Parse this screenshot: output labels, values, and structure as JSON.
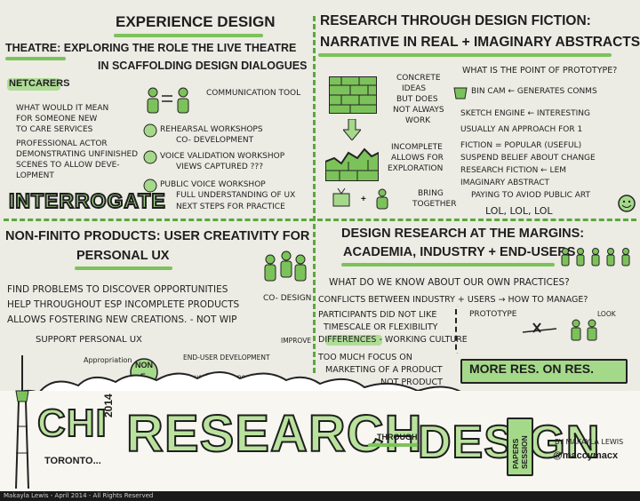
{
  "quadrants": {
    "experience": {
      "title": "EXPERIENCE DESIGN",
      "subtitle_1": "THEATRE: EXPLORING THE ROLE THE LIVE THEATRE",
      "subtitle_2": "IN SCAFFOLDING DESIGN DIALOGUES",
      "netcarers": "NETCARERS",
      "left_notes": [
        "WHAT WOULD IT MEAN",
        "FOR SOMEONE NEW",
        "TO CARE SERVICES",
        "PROFESSIONAL ACTOR",
        "DEMONSTRATING UNFINISHED",
        "SCENES TO ALLOW DEVE-",
        "LOPMENT"
      ],
      "interrogate": "INTERROGATE",
      "comm_tool": "COMMUNICATION TOOL",
      "steps": [
        "REHEARSAL WORKSHOPS",
        "CO- DEVELOPMENT",
        "VOICE VALIDATION WORKSHOP",
        "VIEWS CAPTURED ???",
        "PUBLIC VOICE WORKSHOP",
        "FULL UNDERSTANDING OF UX",
        "NEXT STEPS FOR PRACTICE"
      ]
    },
    "fiction": {
      "title_1": "RESEARCH THROUGH DESIGN FICTION:",
      "title_2": "NARRATIVE IN REAL + IMAGINARY ABSTRACTS",
      "concrete": [
        "CONCRETE",
        "IDEAS",
        "BUT DOES",
        "NOT ALWAYS",
        "WORK"
      ],
      "incomplete": [
        "INCOMPLETE",
        "ALLOWS FOR",
        "EXPLORATION"
      ],
      "bring": [
        "BRING",
        "TOGETHER"
      ],
      "question": "WHAT IS THE POINT OF PROTOTYPE?",
      "points": [
        "BIN CAM ← GENERATES CONMS",
        "SKETCH ENGINE ← INTERESTING",
        "USUALLY AN APPROACH FOR 1",
        "FICTION = POPULAR (USEFUL)",
        "SUSPEND BELIEF ABOUT CHANGE",
        "RESEARCH FICTION ← LEM",
        "IMAGINARY ABSTRACT",
        "PAYING TO AVIOD PUBLIC ART",
        "LOL, LOL, LOL"
      ]
    },
    "nonfinito": {
      "title_1": "NON-FINITO PRODUCTS: USER CREATIVITY FOR",
      "title_2": "PERSONAL UX",
      "codesign": "CO- DESIGN",
      "points": [
        "FIND PROBLEMS TO DISCOVER OPPORTUNITIES",
        "HELP THROUGHOUT ESP INCOMPLETE PRODUCTS",
        "ALLOWS FOSTERING NEW CREATIONS. - NOT WIP",
        "SUPPORT PERSONAL UX"
      ],
      "improve": "IMPROVE",
      "appropriation": "Appropriation",
      "non_f_1": "NON",
      "non_f_2": "F",
      "end_user": "END-USER DEVELOPMENT",
      "continuous": "Continuous experience"
    },
    "margins": {
      "title_1": "DESIGN RESEARCH AT THE MARGINS:",
      "title_2": "ACADEMIA, INDUSTRY + END-USERS",
      "question": "WHAT DO WE KNOW ABOUT OUR OWN PRACTICES?",
      "points": [
        "CONFLICTS BETWEEN INDUSTRY + USERS → HOW TO MANAGE?",
        "PARTICIPANTS DID NOT LIKE",
        "TIMESCALE OR FLEXIBILITY",
        "DIFFERENCES - WORKING CULTURE",
        "TOO MUCH FOCUS ON",
        "MARKETING OF A PRODUCT",
        "NOT PRODUCT"
      ],
      "prototype": "PROTOTYPE",
      "look": "LOOK",
      "more_res": "MORE RES. ON RES."
    }
  },
  "banner": {
    "chi": "CHI",
    "year": "2014",
    "toronto": "TORONTO...",
    "research": "RESEARCH",
    "through": "THROUGH",
    "design": "DESIGN",
    "papers_1": "PAPERS",
    "papers_2": "SESSION",
    "by": "BY MAKAYLA LEWIS",
    "handle": "@maccymacx"
  },
  "footer": "Makayla Lewis - April 2014 - All Rights Reserved",
  "colors": {
    "paper": "#ecebe4",
    "green": "#7cc25a",
    "green_light": "#a5d98a",
    "ink": "#1e1e1e"
  }
}
